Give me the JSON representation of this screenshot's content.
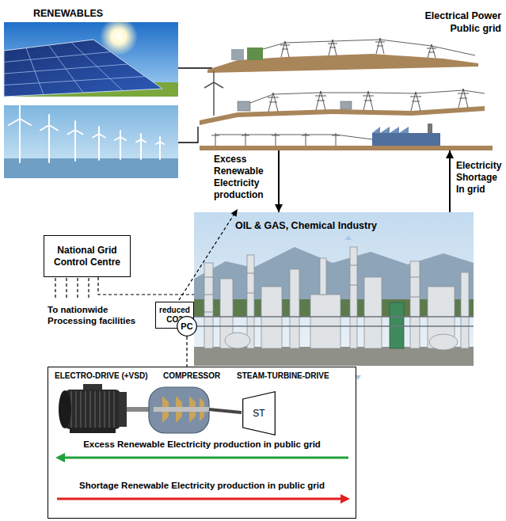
{
  "diagram": {
    "nodes": [
      {
        "text": [
          "Electrical Power Public grid"
        ]
      },
      {
        "text": [
          "OIL & GAS, Chemical Industry"
        ]
      },
      {
        "text": [
          "National Grid Control Centre"
        ]
      },
      {
        "text": [
          "reduced CO2"
        ]
      },
      {
        "text": [
          "PC"
        ]
      },
      {
        "text": [
          "ELECTRO-DRIVE (+VSD)",
          "COMPRESSOR",
          "STEAM-TURBINE-DRIVE",
          "Excess Renewable Electricity production in public grid",
          "Shortage Renewable Electricity production in public grid"
        ]
      },
      {
        "text": [
          "ST"
        ],
        "in": 5
      }
    ],
    "edges": [
      {
        "from": 0,
        "to": 1,
        "arrow": "to",
        "label": "Excess Renewable Electricity production"
      },
      {
        "from": 1,
        "to": 0,
        "arrow": "to",
        "label": "Electricity Shortage In grid"
      },
      {
        "from": 2,
        "to": 1,
        "arrow": "none"
      },
      {
        "from": 4,
        "to": 5,
        "arrow": "none"
      }
    ],
    "labels": [
      "RENEWABLES",
      "To nationwide Processing facilities"
    ]
  }
}
